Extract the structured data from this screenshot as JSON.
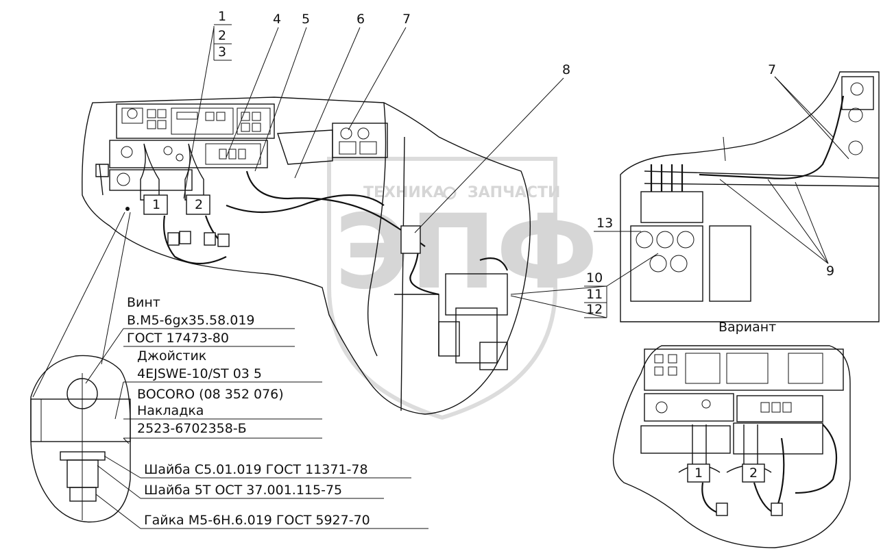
{
  "watermark": {
    "brand_top": "ТЕХНИКА",
    "brand_right": "ЗАПЧАСТИ",
    "logo_letters": "ЭПФ"
  },
  "callouts": {
    "main": [
      "1",
      "2",
      "3",
      "4",
      "5",
      "6",
      "7",
      "8"
    ],
    "left_stack": [
      "10",
      "11",
      "12"
    ],
    "label_13": "13",
    "label_7_right": "7",
    "label_9": "9"
  },
  "joystick_labels": {
    "left": "1",
    "right": "2"
  },
  "variant_title": "Вариант",
  "variant_joystick_labels": {
    "left": "1",
    "right": "2"
  },
  "parts_list": [
    "Винт",
    "В.М5-6gx35.58.019",
    "ГОСТ 17473-80",
    "Джойстик",
    "4EJSWE-10/ST 03 5",
    "BOCORO (08 352 076)",
    "Накладка",
    "2523-6702358-Б",
    "Шайба С5.01.019 ГОСТ 11371-78",
    "Шайба 5Т ОСТ 37.001.115-75",
    "Гайка М5-6Н.6.019 ГОСТ 5927-70"
  ]
}
